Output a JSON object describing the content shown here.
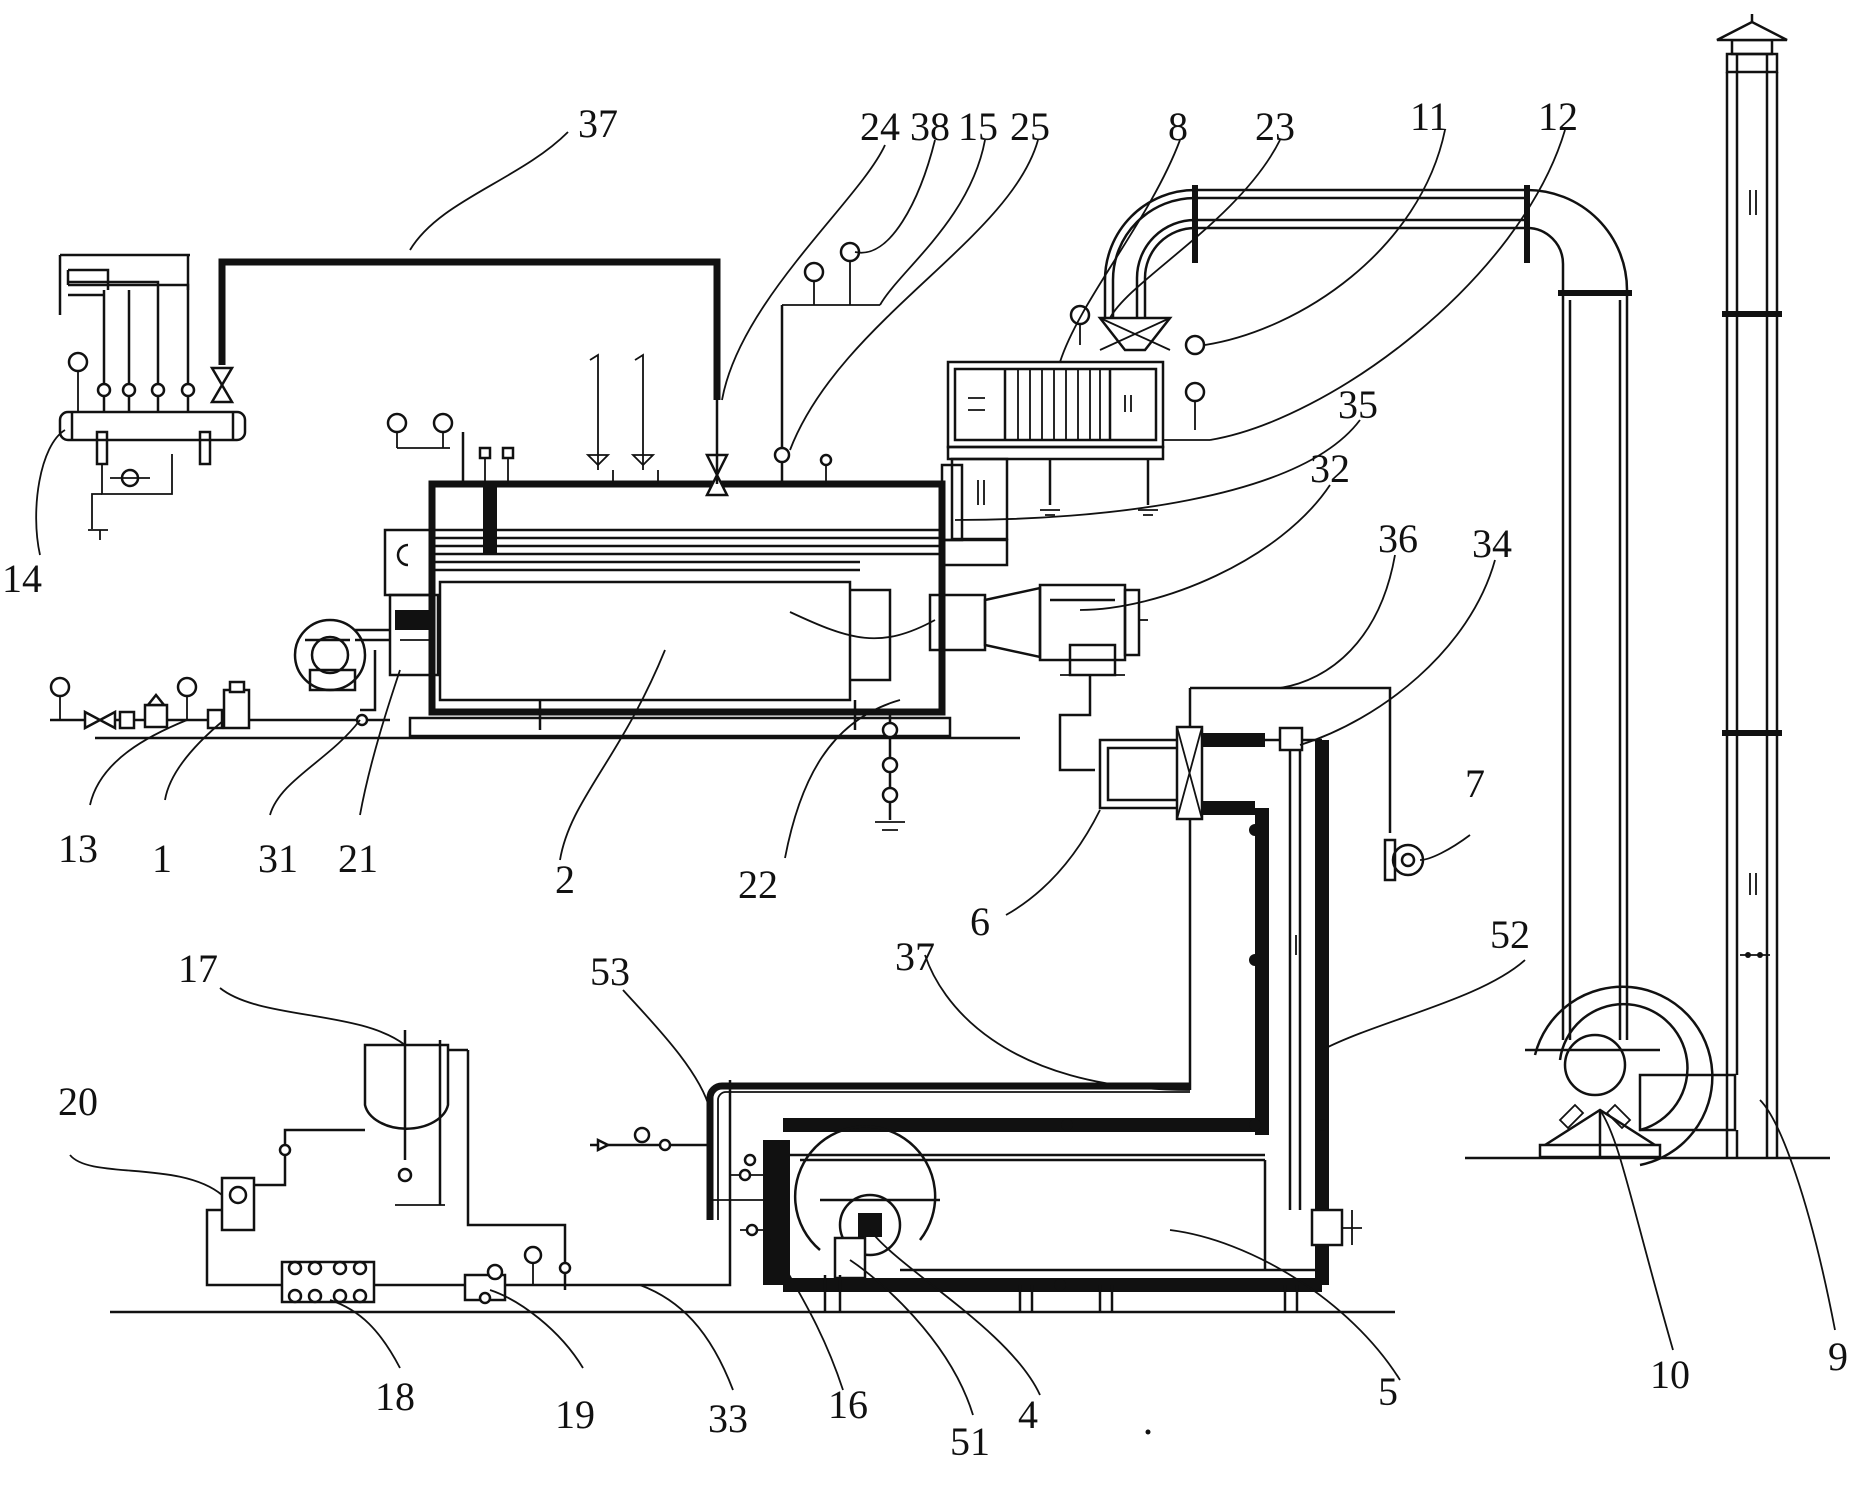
{
  "labels": [
    {
      "id": "37",
      "text": "37"
    },
    {
      "id": "24",
      "text": "24"
    },
    {
      "id": "38",
      "text": "38"
    },
    {
      "id": "15",
      "text": "15"
    },
    {
      "id": "25",
      "text": "25"
    },
    {
      "id": "8",
      "text": "8"
    },
    {
      "id": "23",
      "text": "23"
    },
    {
      "id": "11",
      "text": "11"
    },
    {
      "id": "12",
      "text": "12"
    },
    {
      "id": "35",
      "text": "35"
    },
    {
      "id": "32",
      "text": "32"
    },
    {
      "id": "36",
      "text": "36"
    },
    {
      "id": "34",
      "text": "34"
    },
    {
      "id": "14",
      "text": "14"
    },
    {
      "id": "13",
      "text": "13"
    },
    {
      "id": "1",
      "text": "1"
    },
    {
      "id": "31",
      "text": "31"
    },
    {
      "id": "21",
      "text": "21"
    },
    {
      "id": "2",
      "text": "2"
    },
    {
      "id": "22",
      "text": "22"
    },
    {
      "id": "6",
      "text": "6"
    },
    {
      "id": "7",
      "text": "7"
    },
    {
      "id": "52",
      "text": "52"
    },
    {
      "id": "17",
      "text": "17"
    },
    {
      "id": "53",
      "text": "53"
    },
    {
      "id": "37b",
      "text": "37"
    },
    {
      "id": "20",
      "text": "20"
    },
    {
      "id": "18",
      "text": "18"
    },
    {
      "id": "19",
      "text": "19"
    },
    {
      "id": "33",
      "text": "33"
    },
    {
      "id": "16",
      "text": "16"
    },
    {
      "id": "51",
      "text": "51"
    },
    {
      "id": "4",
      "text": "4"
    },
    {
      "id": "5",
      "text": "5"
    },
    {
      "id": "10",
      "text": "10"
    },
    {
      "id": "9",
      "text": "9"
    }
  ]
}
